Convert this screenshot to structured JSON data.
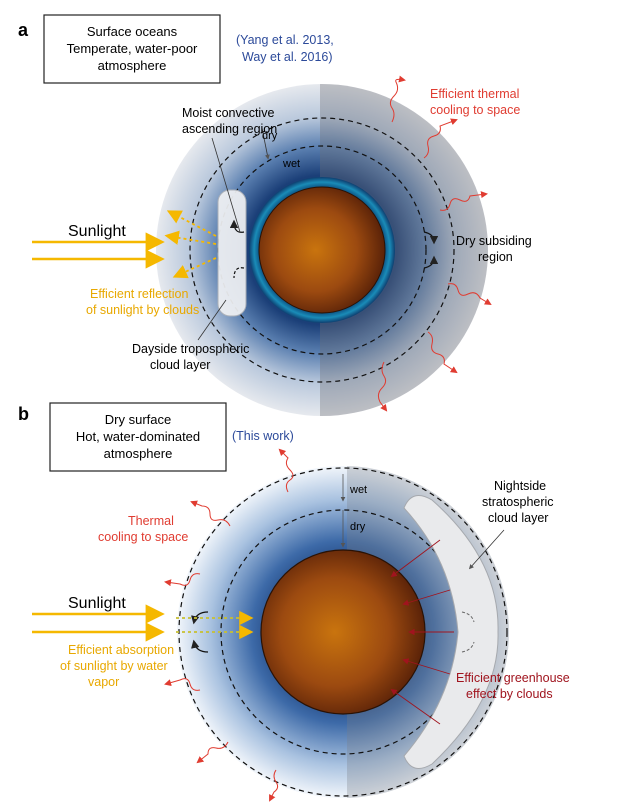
{
  "panel_a": {
    "letter": "a",
    "box_lines": [
      "Surface oceans",
      "Temperate, water-poor",
      "atmosphere"
    ],
    "citation_lines": [
      "(Yang et al. 2013,",
      "Way et al. 2016)"
    ],
    "sunlight": "Sunlight",
    "moist_lines": [
      "Moist convective",
      "ascending region"
    ],
    "dry": "dry",
    "wet": "wet",
    "thermal_lines": [
      "Efficient thermal",
      "cooling to space"
    ],
    "subsiding_lines": [
      "Dry subsiding",
      "region"
    ],
    "reflection_lines": [
      "Efficient reflection",
      "of sunlight by clouds"
    ],
    "cloud_lines": [
      "Dayside tropospheric",
      "cloud layer"
    ]
  },
  "panel_b": {
    "letter": "b",
    "box_lines": [
      "Dry surface",
      "Hot, water-dominated",
      "atmosphere"
    ],
    "citation": "(This work)",
    "thermal_lines": [
      "Thermal",
      "cooling to space"
    ],
    "wet": "wet",
    "dry": "dry",
    "nightside_lines": [
      "Nightside",
      "stratospheric",
      "cloud layer"
    ],
    "sunlight": "Sunlight",
    "absorption_lines": [
      "Efficient absorption",
      "of sunlight by water",
      "vapor"
    ],
    "greenhouse_lines": [
      "Efficient greenhouse",
      "effect by clouds"
    ]
  },
  "colors": {
    "sun": "#f5b800",
    "red_text": "#e03c31",
    "dark_red_text": "#a0141e",
    "citation": "#2c4a9a",
    "ocean_blue": "#1f6fa8"
  }
}
